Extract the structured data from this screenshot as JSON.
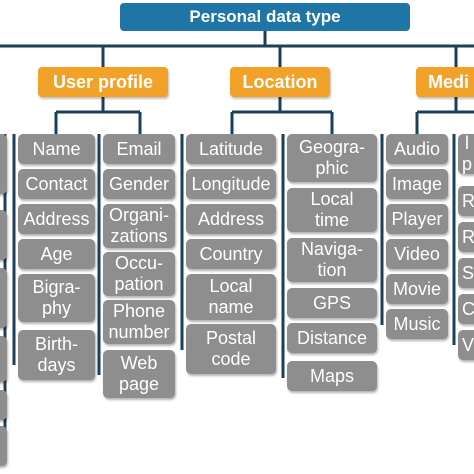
{
  "root": "Personal data type",
  "categories": [
    {
      "label": "User profile",
      "columns": [
        [
          "Name",
          "Contact",
          "Address",
          "Age",
          "Bigra-\nphy",
          "Birth-\ndays"
        ],
        [
          "Email",
          "Gender",
          "Organi-\nzations",
          "Occu-\npation",
          "Phone\nnumber",
          "Web\npage"
        ]
      ]
    },
    {
      "label": "Location",
      "columns": [
        [
          "Latitude",
          "Longitude",
          "Address",
          "Country",
          "Local\nname",
          "Postal\ncode"
        ],
        [
          "Geogra-\nphic",
          "Local\ntime",
          "Naviga-\ntion",
          "GPS",
          "Distance",
          "Maps"
        ]
      ]
    },
    {
      "label": "Medi",
      "columns": [
        [
          "Audio",
          "Image",
          "Player",
          "Video",
          "Movie",
          "Music"
        ],
        [
          "l\np",
          "R",
          "Re",
          "S",
          "Ch",
          "V"
        ]
      ]
    }
  ],
  "colors": {
    "root": "#1f75a6",
    "connector": "#1c3f5a",
    "category": "#f2a229",
    "leaf": "#8e8e8e"
  }
}
